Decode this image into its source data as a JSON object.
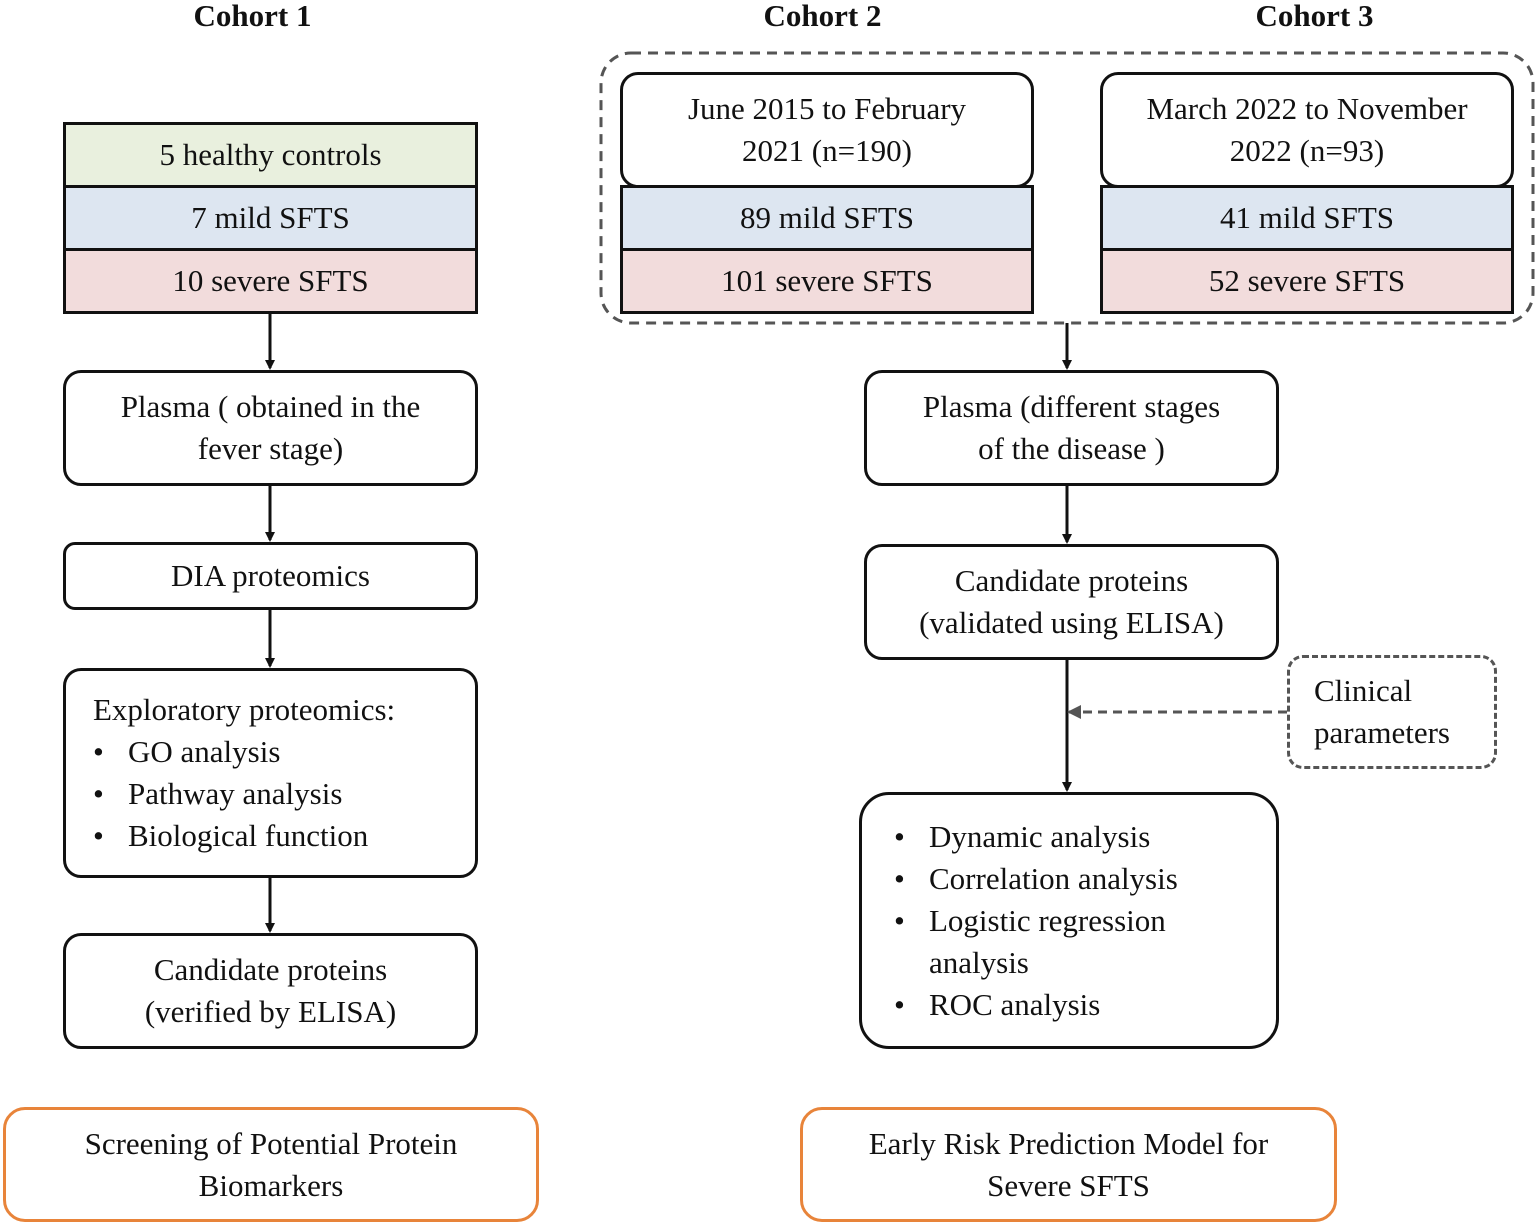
{
  "cohort1": {
    "title": "Cohort 1",
    "groups": [
      "5 healthy controls",
      "7 mild SFTS",
      "10 severe SFTS"
    ],
    "plasma": [
      "Plasma ( obtained in the",
      "fever stage)"
    ],
    "dia": "DIA proteomics",
    "exploratory": {
      "heading": "Exploratory proteomics:",
      "items": [
        "GO analysis",
        "Pathway analysis",
        "Biological function"
      ]
    },
    "candidates": [
      "Candidate proteins",
      "(verified by ELISA)"
    ],
    "outcome": [
      "Screening of Potential Protein",
      "Biomarkers"
    ]
  },
  "cohort2": {
    "title": "Cohort 2",
    "period": [
      "June 2015 to February",
      "2021 (n=190)"
    ],
    "mild": "89 mild SFTS",
    "severe": "101 severe SFTS"
  },
  "cohort3": {
    "title": "Cohort 3",
    "period": [
      "March 2022 to November",
      "2022 (n=93)"
    ],
    "mild": "41 mild SFTS",
    "severe": "52 severe SFTS"
  },
  "validation": {
    "plasma": [
      "Plasma (different stages",
      "of the disease )"
    ],
    "candidates": [
      "Candidate proteins",
      "(validated using ELISA)"
    ],
    "clinical": [
      "Clinical",
      "parameters"
    ],
    "analyses": [
      "Dynamic analysis",
      "Correlation analysis",
      "Logistic regression analysis",
      "ROC analysis"
    ],
    "outcome": [
      "Early Risk Prediction Model for",
      "Severe SFTS"
    ]
  },
  "colors": {
    "healthy": "#e9f0de",
    "mild": "#dde6f1",
    "severe": "#f2dcdc",
    "outcome_border": "#e8843a",
    "dashed": "#555555"
  }
}
